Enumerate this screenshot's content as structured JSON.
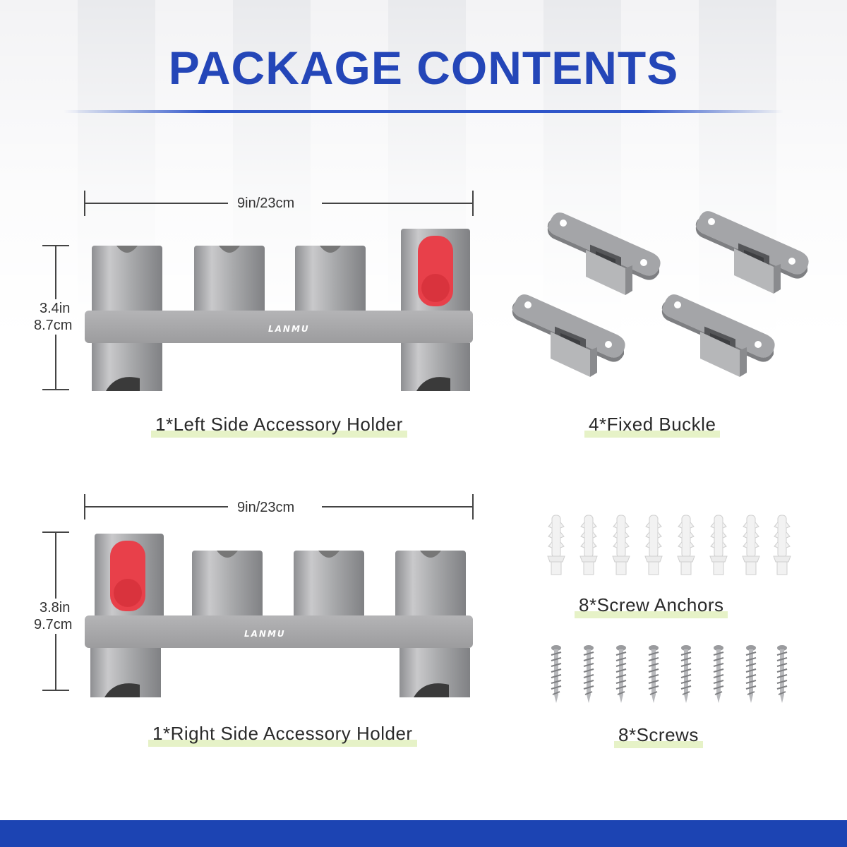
{
  "header": {
    "title": "PACKAGE CONTENTS"
  },
  "left_holder": {
    "width_label": "9in/23cm",
    "height_in": "3.4in",
    "height_cm": "8.7cm",
    "brand": "LANMU",
    "caption": "1*Left Side Accessory Holder"
  },
  "right_holder": {
    "width_label": "9in/23cm",
    "height_in": "3.8in",
    "height_cm": "9.7cm",
    "brand": "LANMU",
    "caption": "1*Right Side Accessory Holder"
  },
  "buckles": {
    "caption": "4*Fixed Buckle",
    "count": 4
  },
  "anchors": {
    "caption": "8*Screw Anchors",
    "count": 8
  },
  "screws": {
    "caption": "8*Screws",
    "count": 8
  },
  "colors": {
    "accent": "#2446b8",
    "footer": "#1c44b3",
    "red_button": "#e8404a",
    "metal": "#a8a8aa"
  }
}
